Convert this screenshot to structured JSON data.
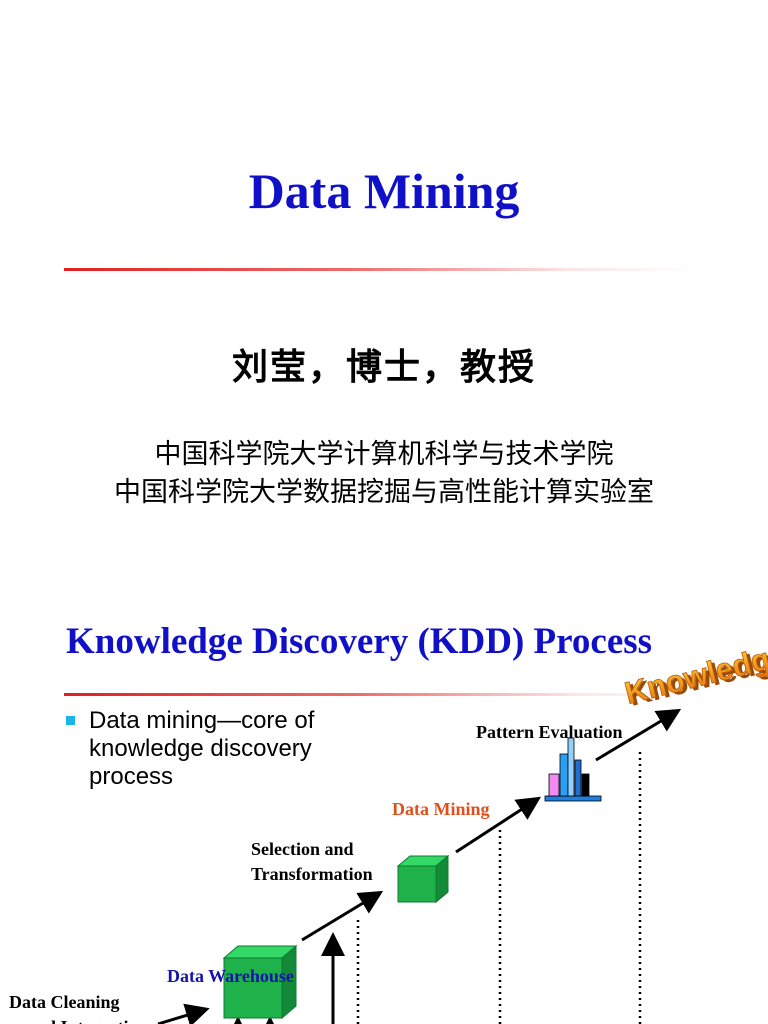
{
  "slide1": {
    "title": "Data Mining",
    "author": "刘莹，博士，教授",
    "affiliation_line1": "中国科学院大学计算机科学与技术学院",
    "affiliation_line2": "中国科学院大学数据挖掘与高性能计算实验室"
  },
  "slide2": {
    "title": "Knowledge Discovery (KDD) Process",
    "bullet": "Data mining—core of knowledge discovery process",
    "diagram": {
      "knowledge": "Knowledge",
      "pattern_evaluation": "Pattern Evaluation",
      "data_mining": "Data Mining",
      "selection_line1": "Selection and",
      "selection_line2": "Transformation",
      "data_warehouse": "Data Warehouse",
      "cleaning_line1": "Data Cleaning",
      "cleaning_line2": "and Integration"
    }
  },
  "colors": {
    "title_blue": "#1010c8",
    "rule_red": "#e02020",
    "bullet_cyan": "#19b6e8",
    "cube_green": "#1fb24a",
    "data_mining_orange": "#e0501c",
    "warehouse_blue": "#1414a8",
    "knowledge_orange": "#f0900c"
  }
}
